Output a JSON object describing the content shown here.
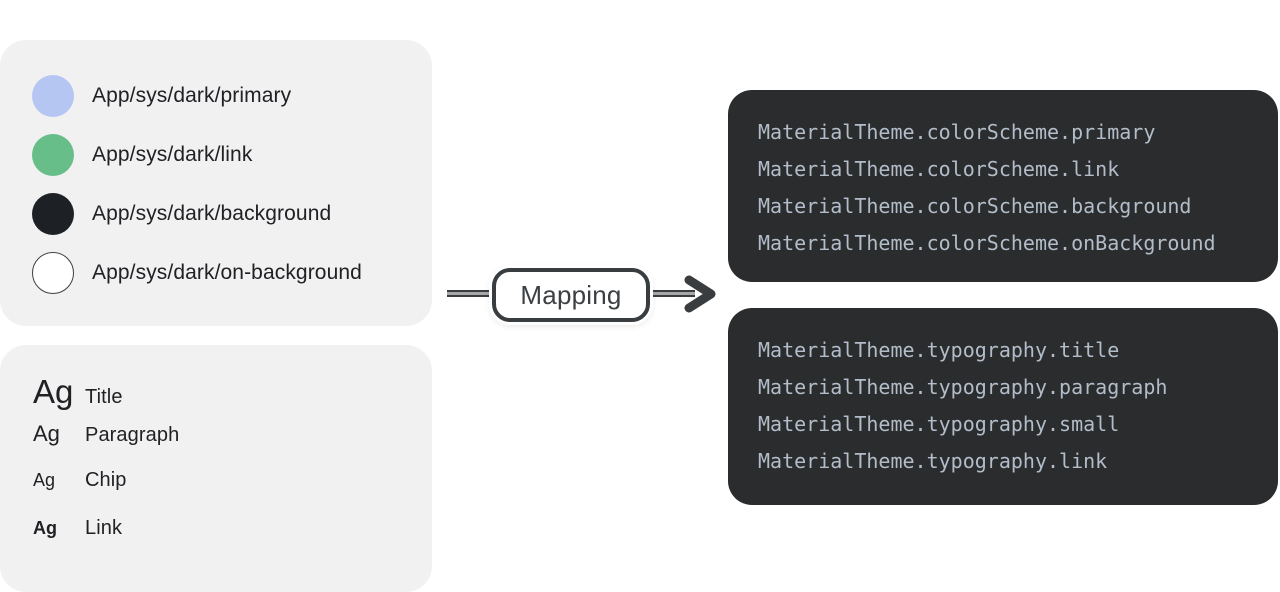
{
  "colors_panel": {
    "items": [
      {
        "label": "App/sys/dark/primary",
        "color": "#b5c6f3"
      },
      {
        "label": "App/sys/dark/link",
        "color": "#67be89"
      },
      {
        "label": "App/sys/dark/background",
        "color": "#1d2125"
      },
      {
        "label": "App/sys/dark/on-background",
        "color": "#ffffff"
      }
    ]
  },
  "typography_panel": {
    "items": [
      {
        "sample": "Ag",
        "label": "Title"
      },
      {
        "sample": "Ag",
        "label": "Paragraph"
      },
      {
        "sample": "Ag",
        "label": "Chip"
      },
      {
        "sample": "Ag",
        "label": "Link"
      }
    ]
  },
  "mapping": {
    "label": "Mapping"
  },
  "code_panels": {
    "color_scheme": {
      "lines": [
        "MaterialTheme.colorScheme.primary",
        "MaterialTheme.colorScheme.link",
        "MaterialTheme.colorScheme.background",
        "MaterialTheme.colorScheme.onBackground"
      ]
    },
    "typography": {
      "lines": [
        "MaterialTheme.typography.title",
        "MaterialTheme.typography.paragraph",
        "MaterialTheme.typography.small",
        "MaterialTheme.typography.link"
      ]
    }
  },
  "theme": {
    "accent_dark": "#3a3d40",
    "panel_light": "#f1f1f1",
    "panel_dark": "#2a2c2e",
    "code_text": "#b2bdc9",
    "label_text": "#202124"
  }
}
